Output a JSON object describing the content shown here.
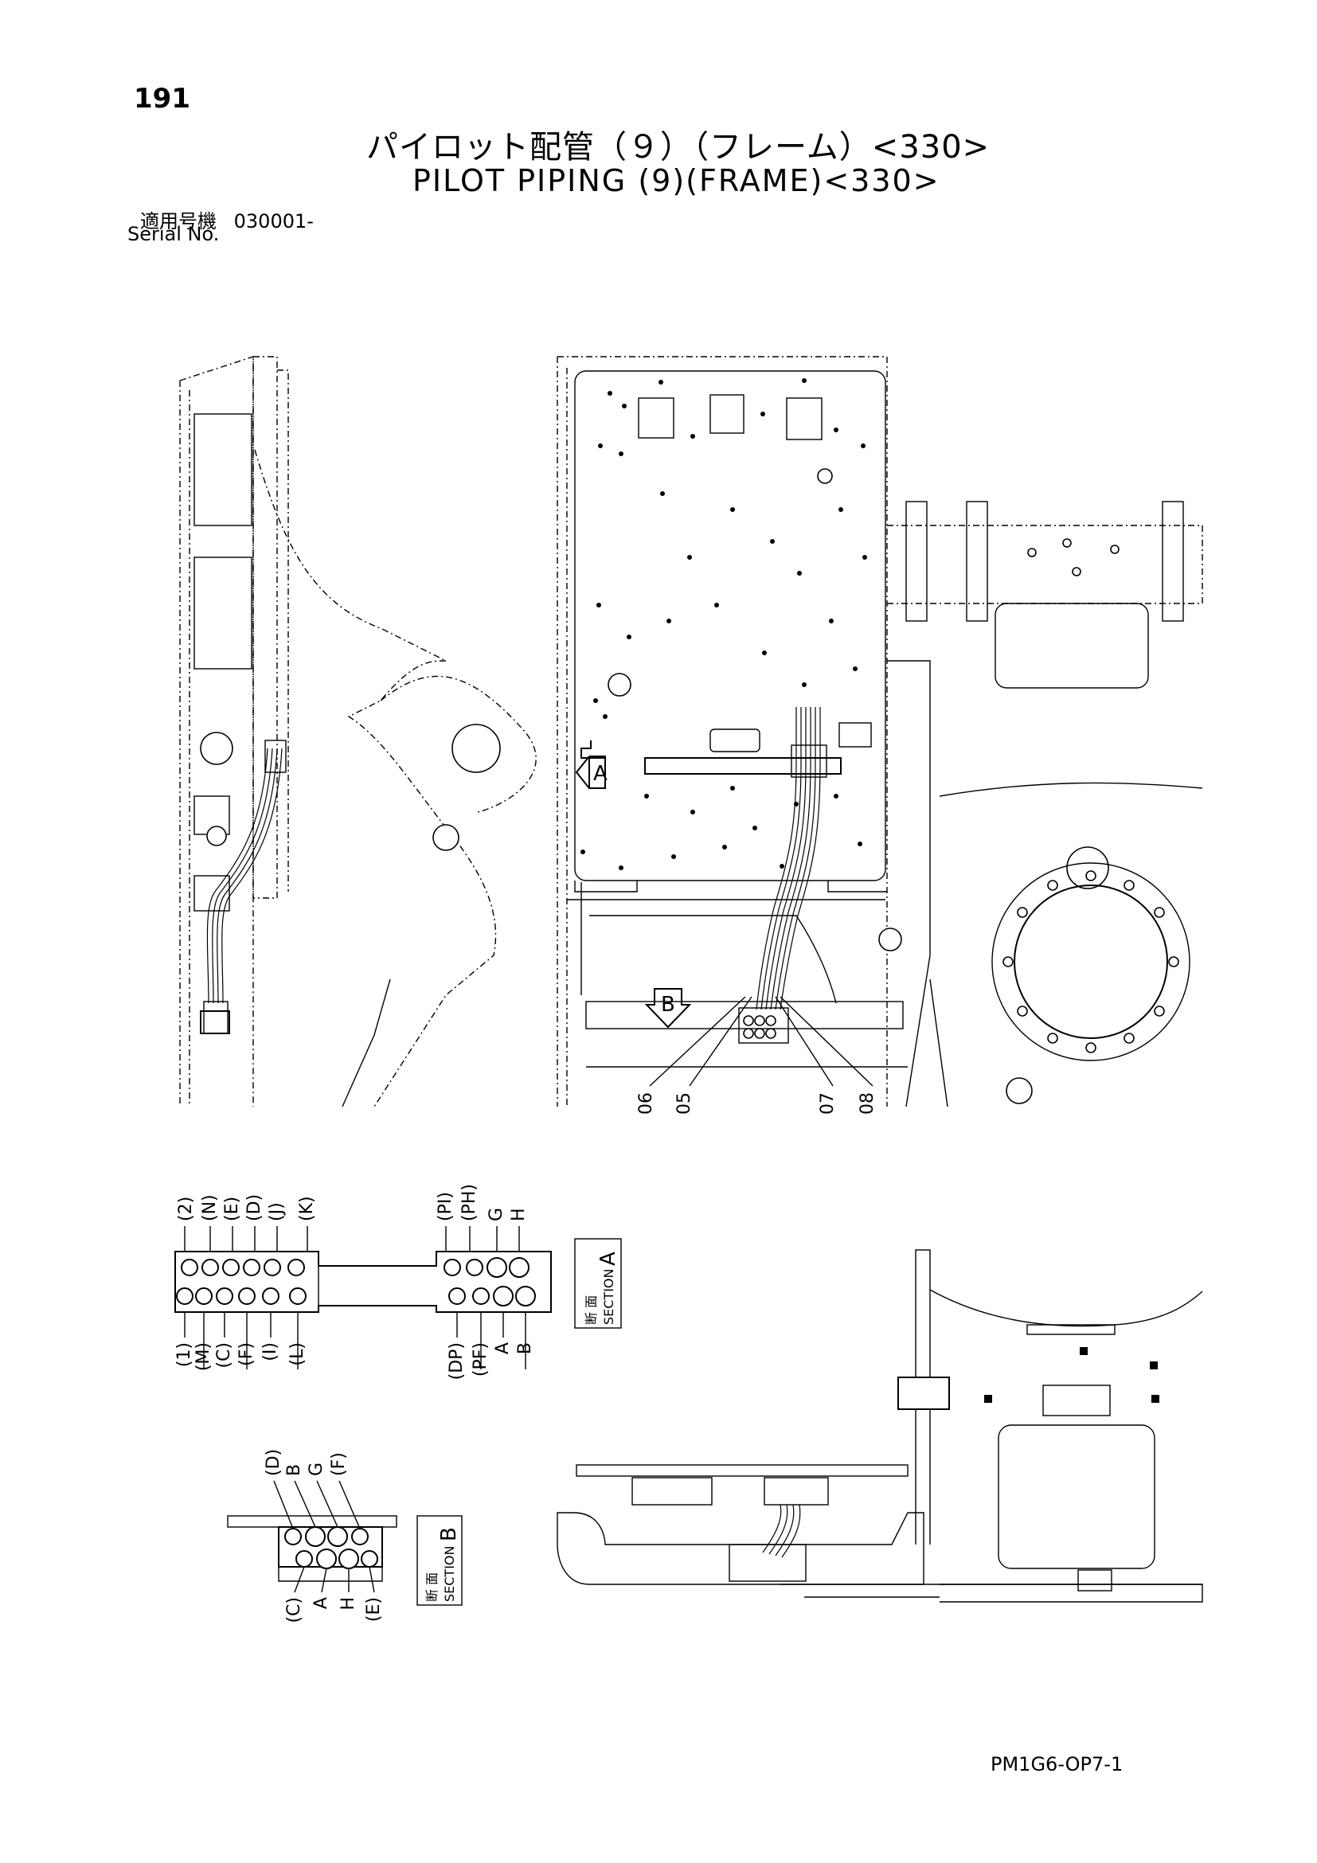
{
  "page": {
    "number": "191",
    "title_jp": "パイロット配管（９）（フレーム）<330>",
    "title_en": "PILOT PIPING (9)(FRAME)<330>",
    "serial_label_jp": "適用号機",
    "serial_value": "030001-",
    "serial_label_en": "Serial No.",
    "doc_code": "PM1G6-OP7-1"
  },
  "diagram": {
    "callouts": [
      "06",
      "05",
      "07",
      "08"
    ],
    "view_markers": [
      "A",
      "B"
    ],
    "section_a": {
      "caption_jp": "断 面",
      "caption_en": "SECTION",
      "letter": "A",
      "top_labels": [
        "(2)",
        "(N)",
        "(E)",
        "(D)",
        "(J)",
        "(K)",
        "(PI)",
        "(PH)",
        "G",
        "H"
      ],
      "bottom_labels": [
        "(1)",
        "(M)",
        "(C)",
        "(F)",
        "(I)",
        "(L)",
        "(DP)",
        "(PF)",
        "A",
        "B"
      ]
    },
    "section_b": {
      "caption_jp": "断 面",
      "caption_en": "SECTION",
      "letter": "B",
      "top_labels": [
        "(D)",
        "B",
        "G",
        "(F)"
      ],
      "bottom_labels": [
        "(C)",
        "A",
        "H",
        "(E)"
      ]
    }
  }
}
